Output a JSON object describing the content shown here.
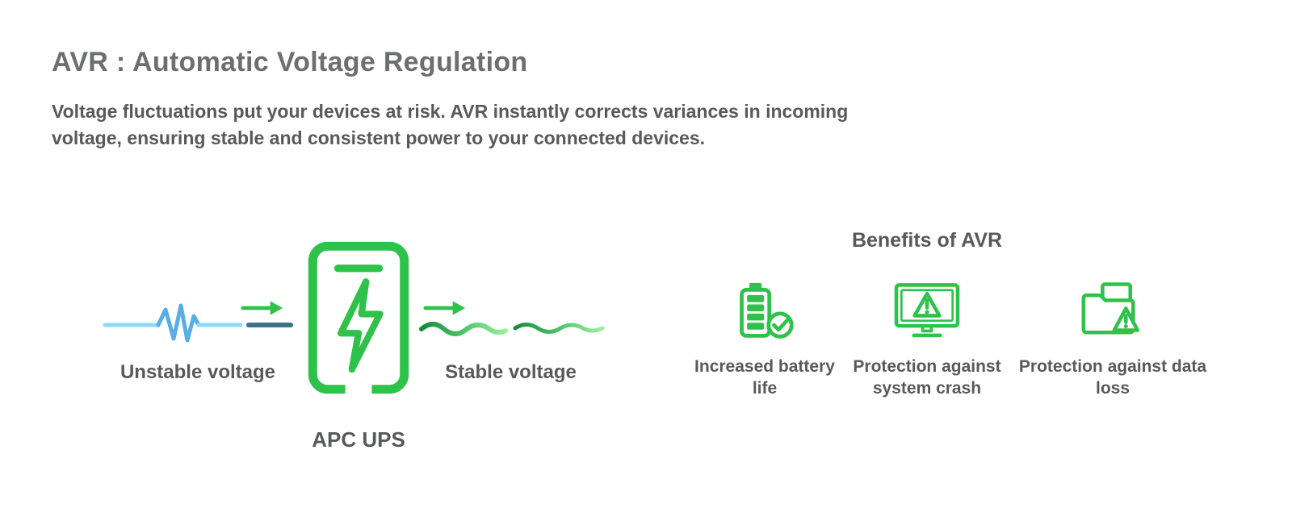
{
  "page": {
    "title": "AVR : Automatic Voltage Regulation",
    "description": "Voltage fluctuations put your devices at risk. AVR instantly corrects variances in incoming voltage, ensuring stable and consistent power to your connected devices."
  },
  "diagram": {
    "unstable_label": "Unstable voltage",
    "device_label": "APC UPS",
    "stable_label": "Stable voltage",
    "icons": [
      "unstable-waveform-icon",
      "arrow-right-icon",
      "ups-lightning-icon",
      "arrow-right-icon",
      "stable-waveform-icon"
    ]
  },
  "benefits": {
    "heading": "Benefits of AVR",
    "items": [
      {
        "label": "Increased battery life",
        "icon": "battery-check-icon"
      },
      {
        "label": "Protection against system crash",
        "icon": "monitor-warning-icon"
      },
      {
        "label": "Protection against data loss",
        "icon": "folder-warning-icon"
      }
    ]
  },
  "colors": {
    "green": "#2fc24a",
    "text_dark": "#6d6e71",
    "text_body": "#58595b",
    "blue_light": "#8ed9f7",
    "blue_mid": "#57aee5",
    "teal_dark": "#3e7086",
    "green_dark": "#168a3c",
    "green_light": "#9cef9f"
  }
}
